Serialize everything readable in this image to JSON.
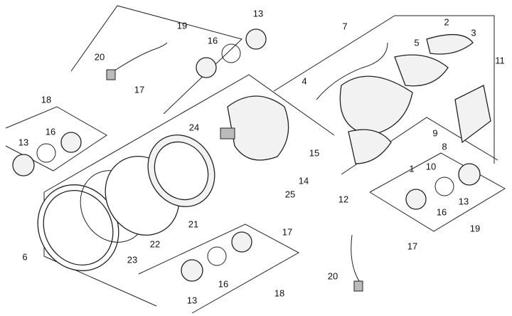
{
  "diagram": {
    "type": "exploded parts diagram",
    "callouts": [
      {
        "text": "2"
      },
      {
        "text": "3"
      },
      {
        "text": "7"
      },
      {
        "text": "5"
      },
      {
        "text": "11"
      },
      {
        "text": "4"
      },
      {
        "text": "13"
      },
      {
        "text": "19"
      },
      {
        "text": "16"
      },
      {
        "text": "20"
      },
      {
        "text": "17"
      },
      {
        "text": "18"
      },
      {
        "text": "13"
      },
      {
        "text": "16"
      },
      {
        "text": "24"
      },
      {
        "text": "15"
      },
      {
        "text": "14"
      },
      {
        "text": "25"
      },
      {
        "text": "9"
      },
      {
        "text": "8"
      },
      {
        "text": "10"
      },
      {
        "text": "1"
      },
      {
        "text": "12"
      },
      {
        "text": "13"
      },
      {
        "text": "16"
      },
      {
        "text": "19"
      },
      {
        "text": "17"
      },
      {
        "text": "21"
      },
      {
        "text": "22"
      },
      {
        "text": "23"
      },
      {
        "text": "6"
      },
      {
        "text": "17"
      },
      {
        "text": "18"
      },
      {
        "text": "13"
      },
      {
        "text": "16"
      },
      {
        "text": "20"
      }
    ]
  }
}
